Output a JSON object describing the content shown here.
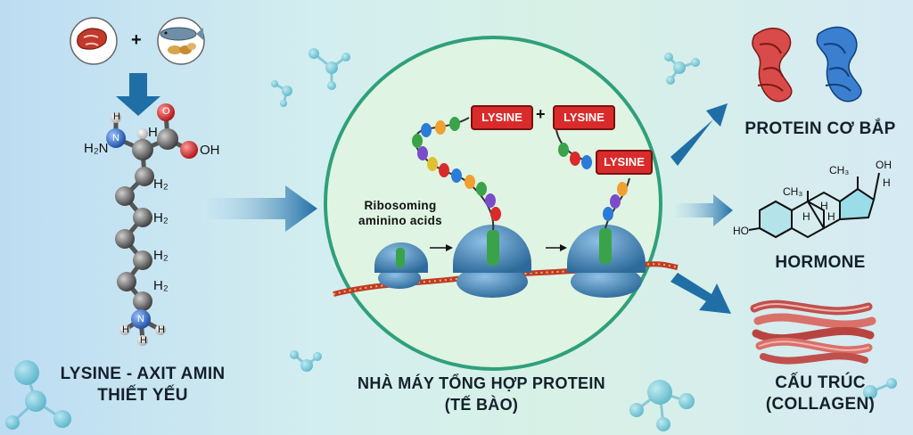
{
  "lysine_block": {
    "title_line1": "LYSINE - AXIT AMIN",
    "title_line2": "THIẾT YẾU",
    "plus": "+",
    "atoms": {
      "h2n": "H₂N",
      "h_top": "H",
      "h_alpha": "H",
      "o_top": "O",
      "oh": "OH",
      "ch2_1": "H₂",
      "ch2_2": "H₂",
      "ch2_3": "H₂",
      "ch2_4": "H₂",
      "n_top": "N",
      "n_bottom": "N",
      "h_b1": "H",
      "h_b2": "H",
      "h_b3": "H"
    }
  },
  "factory": {
    "title_line1": "NHÀ MÁY TỔNG HỢP PROTEIN",
    "title_line2": "(TẾ BÀO)",
    "ribosome_label_line1": "Ribosoming",
    "ribosome_label_line2": "aminino acids",
    "tag_1": "LYSINE",
    "tag_plus": "+",
    "tag_2": "LYSINE",
    "tag_3": "LYSINE"
  },
  "outputs": {
    "muscle": "PROTEIN CƠ BẮP",
    "hormone": "HORMONE",
    "collagen_line1": "CẤU TRÚC",
    "collagen_line2": "(COLLAGEN)",
    "steroid_atoms": {
      "ch3_top": "CH₃",
      "oh_top": "OH",
      "h_top": "H",
      "ch3_left": "CH₃",
      "h_mid": "H",
      "h_a": "H",
      "h_b": "H",
      "ho": "HO"
    }
  },
  "colors": {
    "arrow": "#1f6fa6",
    "tag_red": "#d92b2b",
    "ribosome": "#4a8bbd",
    "cell_border": "#2fa07a",
    "cell_fill": "#dff4e2"
  }
}
